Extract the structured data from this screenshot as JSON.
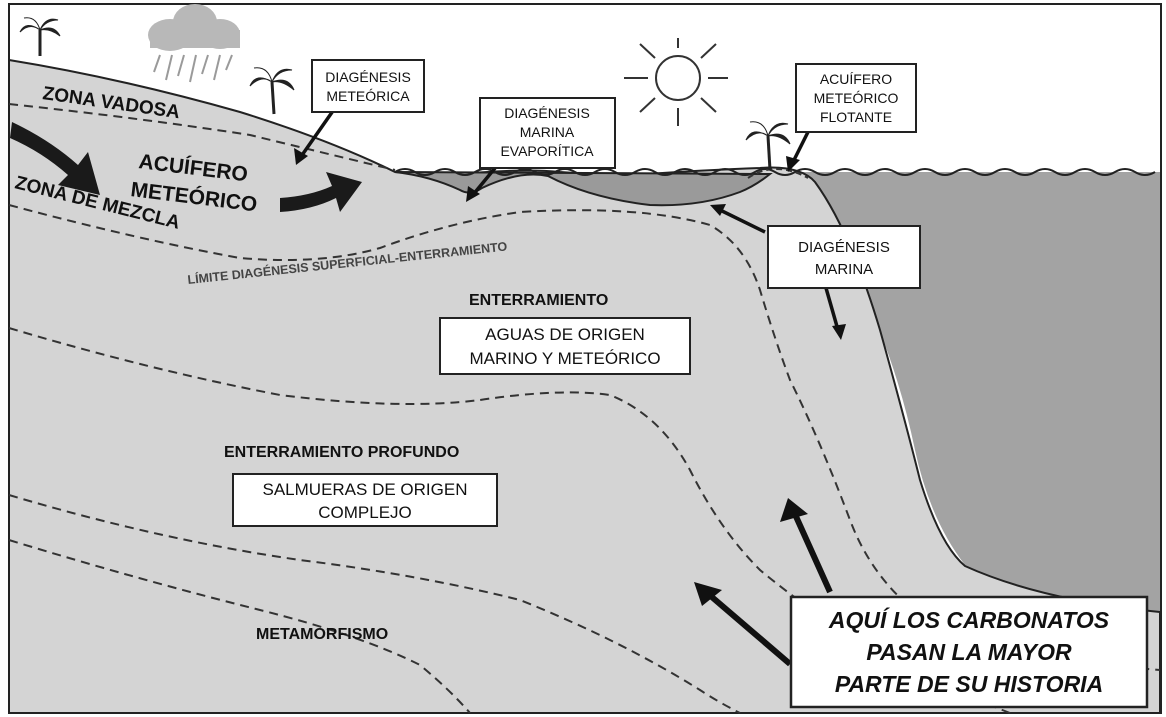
{
  "labels": {
    "zona_vadosa": "ZONA VADOSA",
    "acuifero_meteorico": [
      "ACUÍFERO",
      "METEÓRICO"
    ],
    "zona_de_mezcla": "ZONA DE MEZCLA",
    "limite": "LÍMITE DIAGÉNESIS SUPERFICIAL-ENTERRAMIENTO",
    "enterramiento": "ENTERRAMIENTO",
    "enterramiento_profundo": "ENTERRAMIENTO PROFUNDO",
    "metamorfismo": "METAMORFISMO"
  },
  "boxes": {
    "diagenesis_meteorica": [
      "DIAGÉNESIS",
      "METEÓRICA"
    ],
    "diagenesis_marina_evaporitica": [
      "DIAGÉNESIS",
      "MARINA",
      "EVAPORÍTICA"
    ],
    "acuifero_meteorico_flotante": [
      "ACUÍFERO",
      "METEÓRICO",
      "FLOTANTE"
    ],
    "diagenesis_marina": [
      "DIAGÉNESIS",
      "MARINA"
    ],
    "aguas_origen": [
      "AGUAS DE ORIGEN",
      "MARINO Y METEÓRICO"
    ],
    "salmueras_origen": [
      "SALMUERAS DE ORIGEN",
      "COMPLEJO"
    ],
    "callout": [
      "AQUÍ LOS CARBONATOS",
      "PASAN LA MAYOR",
      "PARTE DE SU HISTORIA"
    ]
  },
  "colors": {
    "land": "#d4d4d4",
    "sea": "#a3a3a3",
    "lagoon": "#9a9a9a",
    "outline": "#222222"
  }
}
